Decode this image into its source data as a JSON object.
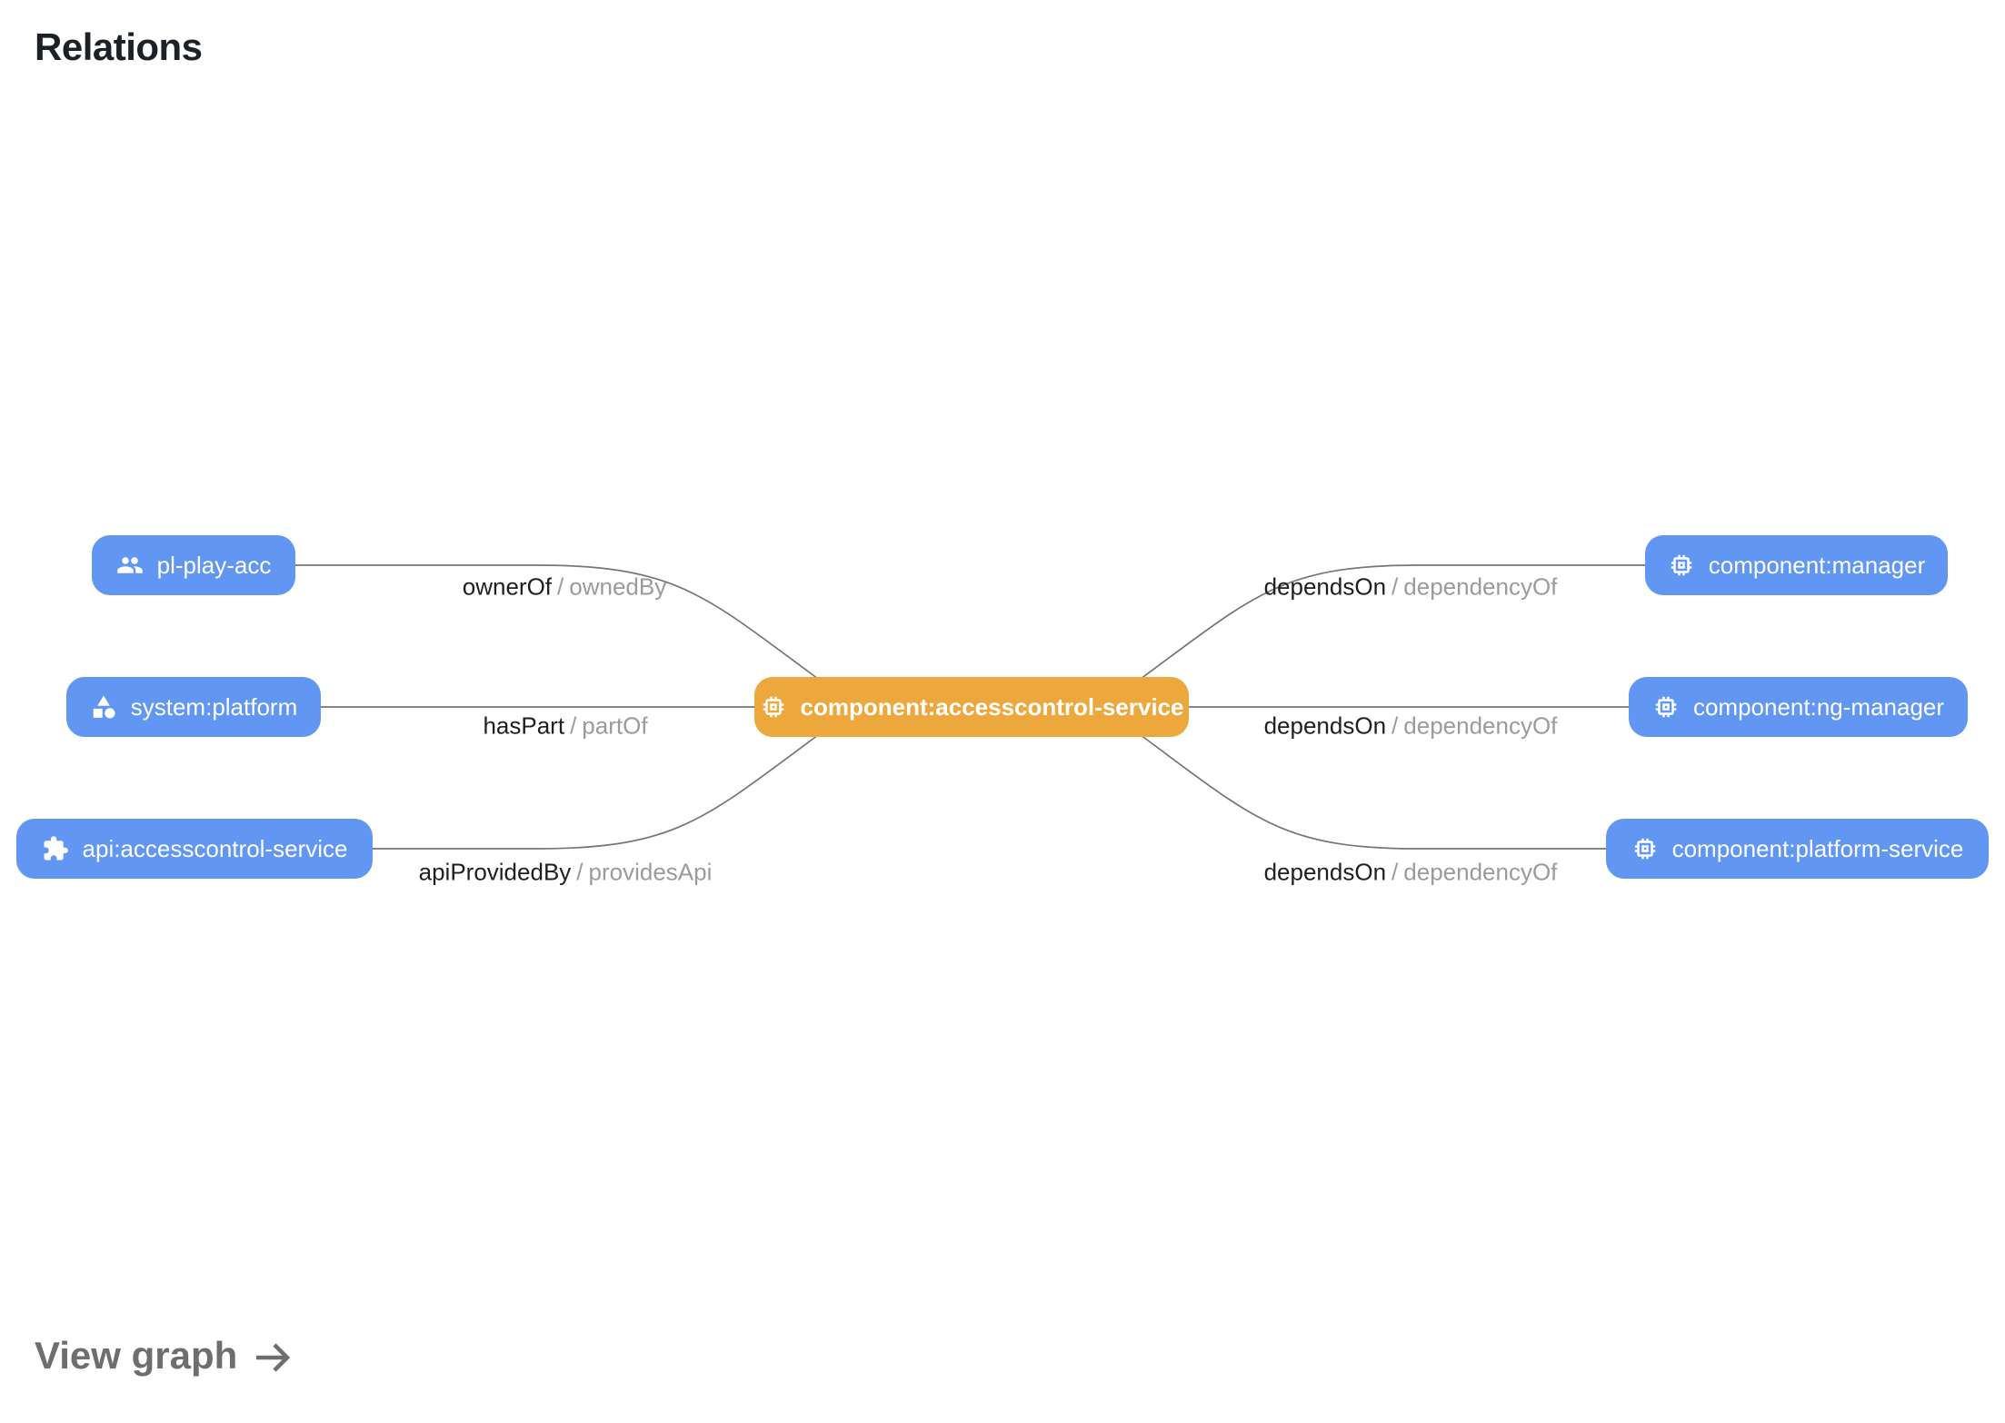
{
  "header": {
    "title": "Relations"
  },
  "colors": {
    "node_blue": "#6196F2",
    "node_orange": "#EDA83D",
    "edge_gray": "#757575",
    "label_primary": "#1f1f1f",
    "label_muted": "#9b9b9b"
  },
  "separator": "/",
  "nodes": {
    "center": {
      "label": "component:accesscontrol-service",
      "icon": "memory-icon"
    },
    "left": [
      {
        "label": "pl-play-acc",
        "icon": "group-icon"
      },
      {
        "label": "system:platform",
        "icon": "category-icon"
      },
      {
        "label": "api:accesscontrol-service",
        "icon": "extension-icon"
      }
    ],
    "right": [
      {
        "label": "component:manager",
        "icon": "memory-icon"
      },
      {
        "label": "component:ng-manager",
        "icon": "memory-icon"
      },
      {
        "label": "component:platform-service",
        "icon": "memory-icon"
      }
    ]
  },
  "edges": [
    {
      "forward": "ownerOf",
      "reverse": "ownedBy"
    },
    {
      "forward": "hasPart",
      "reverse": "partOf"
    },
    {
      "forward": "apiProvidedBy",
      "reverse": "providesApi"
    },
    {
      "forward": "dependsOn",
      "reverse": "dependencyOf"
    },
    {
      "forward": "dependsOn",
      "reverse": "dependencyOf"
    },
    {
      "forward": "dependsOn",
      "reverse": "dependencyOf"
    }
  ],
  "footer": {
    "view_graph_label": "View graph"
  }
}
